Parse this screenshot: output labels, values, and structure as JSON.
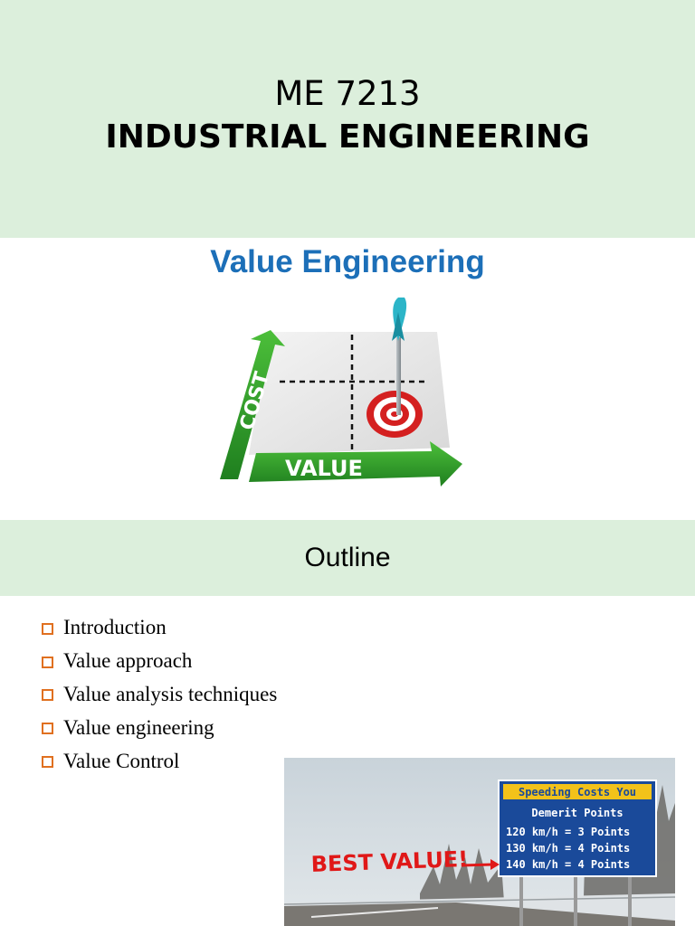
{
  "slide1": {
    "course_code": "ME 7213",
    "course_title": "INDUSTRIAL ENGINEERING",
    "topic": "Value Engineering",
    "graphic": {
      "y_axis_label": "COST",
      "x_axis_label": "VALUE",
      "icons": [
        "target-icon",
        "arrow-icon"
      ]
    }
  },
  "slide2": {
    "title": "Outline",
    "items": [
      "Introduction",
      "Value approach",
      "Value analysis techniques",
      "Value engineering",
      "Value Control"
    ],
    "photo": {
      "sign_header": "Speeding Costs You",
      "sign_subheader": "Demerit Points",
      "sign_rows": [
        "120 km/h = 3 Points",
        "130 km/h = 4 Points",
        "140 km/h = 4 Points"
      ],
      "annotation": "BEST VALUE!"
    }
  },
  "colors": {
    "header_bg": "#dcefdc",
    "topic_blue": "#1c6fb8",
    "bullet_orange": "#e07020",
    "graphic_green": "#2e9a2e",
    "target_red": "#d42020",
    "sign_blue": "#1a4a9a",
    "sign_yellow": "#f2c21a"
  }
}
